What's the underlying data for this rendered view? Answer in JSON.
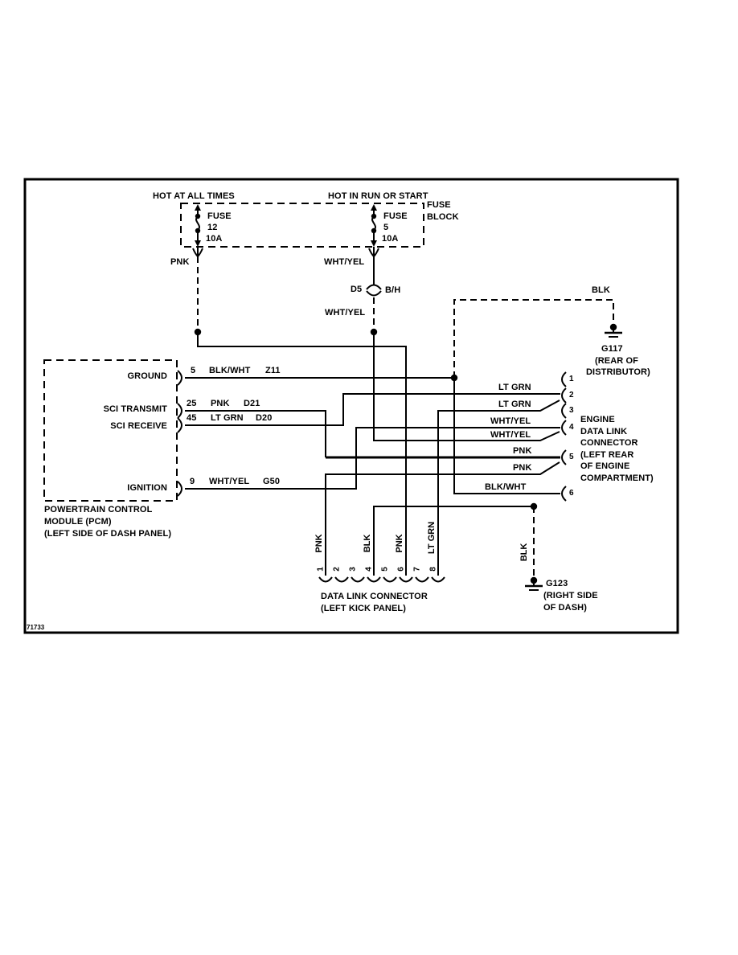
{
  "doc": {
    "page_code": "71733"
  },
  "colors": {
    "line": "#000000",
    "background": "#ffffff"
  },
  "fuse_block": {
    "title1": "FUSE",
    "title2": "BLOCK",
    "left_header": "HOT AT ALL TIMES",
    "right_header": "HOT IN RUN OR START",
    "left_fuse": {
      "name": "FUSE",
      "num": "12",
      "amps": "10A",
      "wire": "PNK"
    },
    "right_fuse": {
      "name": "FUSE",
      "num": "5",
      "amps": "10A",
      "wire": "WHT/YEL"
    }
  },
  "splice": {
    "id": "D5",
    "code": "B/H",
    "wire_below": "WHT/YEL"
  },
  "pcm": {
    "pins": [
      {
        "num": "5",
        "fn": "GROUND",
        "wire": "BLK/WHT",
        "circuit": "Z11"
      },
      {
        "num": "25",
        "fn": "SCI TRANSMIT",
        "wire": "PNK",
        "circuit": "D21"
      },
      {
        "num": "45",
        "fn": "SCI RECEIVE",
        "wire": "LT GRN",
        "circuit": "D20"
      },
      {
        "num": "9",
        "fn": "IGNITION",
        "wire": "WHT/YEL",
        "circuit": "G50"
      }
    ],
    "caption1": "POWERTRAIN CONTROL",
    "caption2": "MODULE (PCM)",
    "caption3": "(LEFT SIDE OF DASH PANEL)"
  },
  "g117": {
    "wire": "BLK",
    "id": "G117",
    "loc1": "(REAR OF",
    "loc2": "DISTRIBUTOR)"
  },
  "g123": {
    "wire": "BLK",
    "id": "G123",
    "loc1": "(RIGHT SIDE",
    "loc2": "OF DASH)"
  },
  "engine_dlc": {
    "pins": [
      "1",
      "2",
      "3",
      "4",
      "5",
      "6"
    ],
    "wire_labels": [
      "LT GRN",
      "LT GRN",
      "WHT/YEL",
      "WHT/YEL",
      "PNK",
      "PNK",
      "BLK/WHT"
    ],
    "caption": [
      "ENGINE",
      "DATA LINK",
      "CONNECTOR",
      "(LEFT REAR",
      "OF ENGINE",
      "COMPARTMENT)"
    ]
  },
  "dlc": {
    "pins": [
      "1",
      "2",
      "3",
      "4",
      "5",
      "6",
      "7",
      "8"
    ],
    "wire_labels": [
      "PNK",
      "BLK",
      "PNK",
      "LT GRN"
    ],
    "caption1": "DATA LINK CONNECTOR",
    "caption2": "(LEFT KICK PANEL)"
  }
}
